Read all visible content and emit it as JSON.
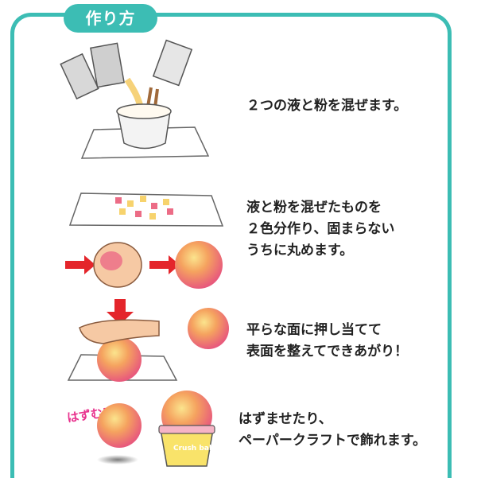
{
  "title": "作り方",
  "steps": [
    {
      "text": "２つの液と粉を混ぜます。"
    },
    {
      "text": "液と粉を混ぜたものを\n２色分作り、固まらない\nうちに丸めます。"
    },
    {
      "text": "平らな面に押し当てて\n表面を整えてできあがり！"
    },
    {
      "text": "はずませたり、\nペーパークラフトで飾れます。"
    }
  ],
  "bounce_label": "はずむ!",
  "cup_label": "Crush ball",
  "colors": {
    "accent": "#3cbdb4",
    "arrow": "#e4252b",
    "ball_pink": "#ec6c86",
    "ball_yellow": "#f7d36d",
    "bounce_text": "#e8318d"
  }
}
